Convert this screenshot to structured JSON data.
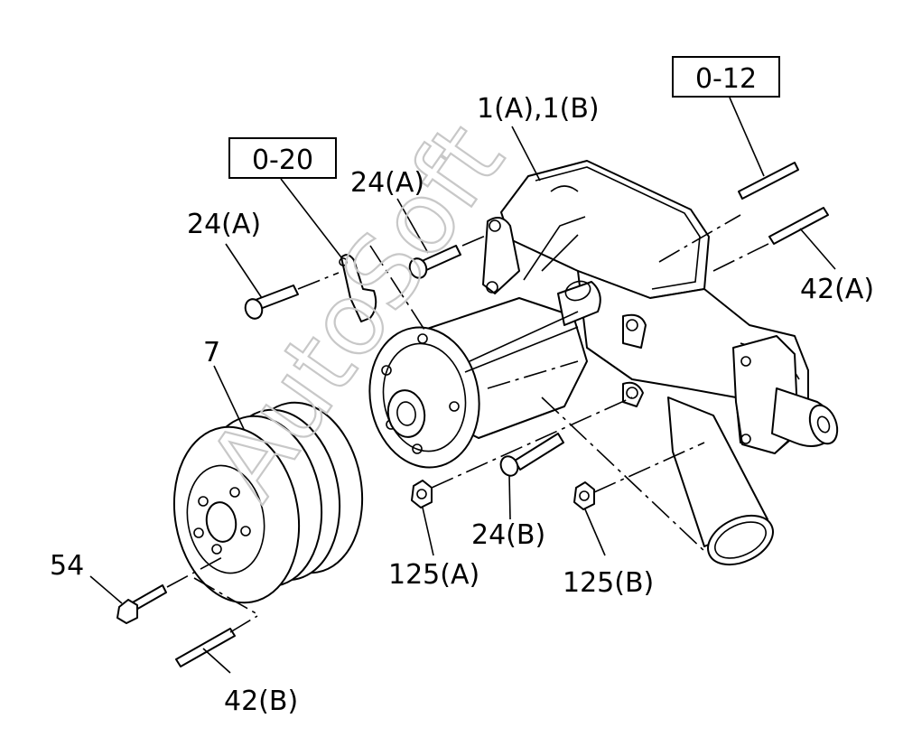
{
  "references": {
    "ref_0_12": "0-12",
    "ref_0_20": "0-20"
  },
  "callouts": {
    "housing": "1(A),1(B)",
    "bolt_24a_top": "24(A)",
    "bolt_24a_left": "24(A)",
    "stud_42a": "42(A)",
    "pulley": "7",
    "bolt_24b": "24(B)",
    "nut_125a": "125(A)",
    "nut_125b": "125(B)",
    "bolt_54": "54",
    "stud_42b": "42(B)"
  },
  "watermark": "AutoSoft"
}
